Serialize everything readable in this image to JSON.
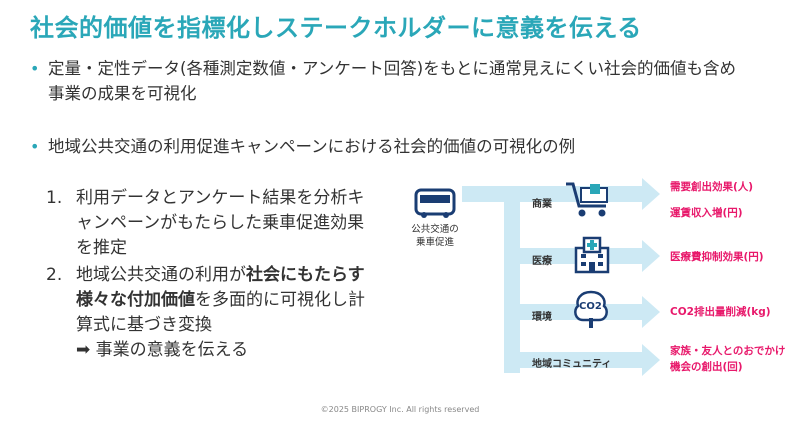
{
  "title": "社会的価値を指標化しステークホルダーに意義を伝える",
  "bullets": [
    "定量・定性データ(各種測定数値・アンケート回答)をもとに通常見えにくい社会的価値も含め事業の成果を可視化",
    "地域公共交通の利用促進キャンペーンにおける社会的価値の可視化の例"
  ],
  "steps": [
    {
      "num": "1.",
      "text": "利用データとアンケート結果を分析キャンペーンがもたらした乗車促進効果を推定"
    },
    {
      "num": "2.",
      "text_pre": "地域公共交通の利用が",
      "text_bold": "社会にもたらす様々な付加価値",
      "text_post": "を多面的に可視化し計算式に基づき変換",
      "arrow_text": "事業の意義を伝える"
    }
  ],
  "diagram": {
    "source_label_line1": "公共交通の",
    "source_label_line2": "乗車促進",
    "categories": [
      {
        "label": "商業",
        "icon": "shopping-cart-icon",
        "results": [
          "需要創出効果(人)",
          "運賃収入増(円)"
        ]
      },
      {
        "label": "医療",
        "icon": "hospital-icon",
        "results": [
          "医療費抑制効果(円)"
        ]
      },
      {
        "label": "環境",
        "icon": "co2-tree-icon",
        "icon_text": "CO2",
        "results": [
          "CO2排出量削減(kg)"
        ]
      },
      {
        "label": "地域コミュニティ",
        "icon": "",
        "results": [
          "家族・友人とのおでかけ",
          "機会の創出(回)"
        ]
      }
    ]
  },
  "footer": "©2025 BIPROGY Inc. All rights reserved",
  "colors": {
    "accent": "#2aa7b8",
    "highlight": "#e8196b",
    "flow": "#cde9f4"
  }
}
